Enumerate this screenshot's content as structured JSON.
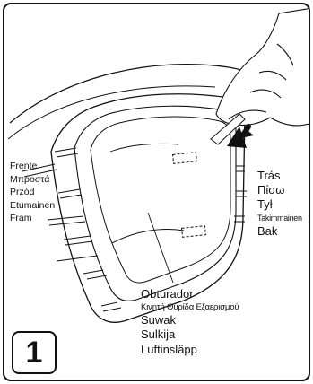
{
  "step": {
    "number": "1"
  },
  "labels": {
    "front": [
      "Frente",
      "Μπροστά",
      "Przód",
      "Etumainen",
      "Fram"
    ],
    "rear": [
      "Trás",
      "Πίσω",
      "Tył",
      "Takimmainen",
      "Bak"
    ],
    "shutter": [
      "Obturador",
      "Κινητή Θυρίδα Εξαερισμού",
      "Suwak",
      "Sulkija",
      "Luftinsläpp"
    ]
  },
  "colors": {
    "line": "#111111",
    "background": "#ffffff",
    "arrow": "#111111"
  },
  "icons": {
    "pointer": "arrow-icon",
    "hand": "hand-icon",
    "latch": "dashed-latch-outline"
  }
}
